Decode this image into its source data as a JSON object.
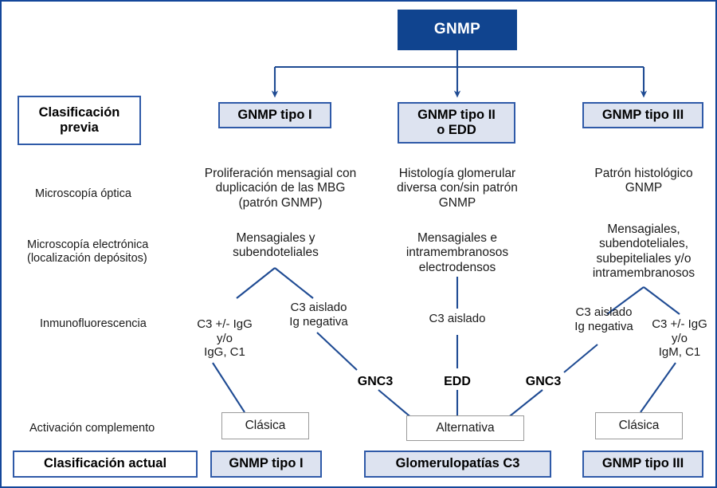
{
  "diagram": {
    "type": "flowchart",
    "language": "es",
    "colors": {
      "root_fill": "#10448f",
      "root_text": "#ffffff",
      "box_fill": "#dde3f0",
      "box_border": "#2f5aa8",
      "connector": "#1f4b93",
      "gray_border": "#9a9a9a",
      "page_border": "#14479a",
      "text": "#1a1a1a"
    },
    "root": {
      "label": "GNMP"
    },
    "legend_boxes": {
      "previous": "Clasificación\nprevia",
      "previous_line1": "Clasificación",
      "previous_line2": "previa",
      "current": "Clasificación actual"
    },
    "row_labels": [
      {
        "id": "optical",
        "line1": "Microscopía óptica",
        "line2": ""
      },
      {
        "id": "electron",
        "line1": "Microscopía electrónica",
        "line2": "(localización depósitos)"
      },
      {
        "id": "immuno",
        "line1": "Inmunofluorescencia",
        "line2": ""
      },
      {
        "id": "complement",
        "line1": "Activación complemento",
        "line2": ""
      }
    ],
    "columns": [
      {
        "id": "tipo-i",
        "header": {
          "line1": "GNMP tipo I",
          "line2": ""
        },
        "optical": {
          "line1": "Proliferación mensagial con",
          "line2": "duplicación de las MBG",
          "line3": "(patrón GNMP)"
        },
        "electron": {
          "line1": "Mensagiales y",
          "line2": "subendoteliales",
          "line3": ""
        },
        "immuno_left": {
          "line1": "C3 +/- IgG",
          "line2": "y/o",
          "line3": "IgG, C1"
        },
        "immuno_right": {
          "line1": "C3 aislado",
          "line2": "Ig negativa",
          "line3": ""
        },
        "tag": "GNC3",
        "complement": "Clásica",
        "current": "GNMP tipo I"
      },
      {
        "id": "tipo-ii-edd",
        "header": {
          "line1": "GNMP tipo II",
          "line2": "o EDD"
        },
        "optical": {
          "line1": "Histología glomerular",
          "line2": "diversa con/sin patrón",
          "line3": "GNMP"
        },
        "electron": {
          "line1": "Mensagiales e",
          "line2": "intramembranosos",
          "line3": "electrodensos"
        },
        "immuno_center": {
          "line1": "C3 aislado",
          "line2": "",
          "line3": ""
        },
        "tag": "EDD",
        "complement": "Alternativa",
        "current": "Glomerulopatías C3"
      },
      {
        "id": "tipo-iii",
        "header": {
          "line1": "GNMP tipo III",
          "line2": ""
        },
        "optical": {
          "line1": "Patrón histológico",
          "line2": "GNMP",
          "line3": ""
        },
        "electron": {
          "line1": "Mensagiales,",
          "line2": "subendoteliales,",
          "line3": "subepiteliales y/o",
          "line4": "intramembranosos"
        },
        "immuno_left": {
          "line1": "C3 aislado",
          "line2": "Ig negativa",
          "line3": ""
        },
        "immuno_right": {
          "line1": "C3 +/- IgG",
          "line2": "y/o",
          "line3": "IgM, C1"
        },
        "tag": "GNC3",
        "complement": "Clásica",
        "current": "GNMP tipo III"
      }
    ]
  }
}
